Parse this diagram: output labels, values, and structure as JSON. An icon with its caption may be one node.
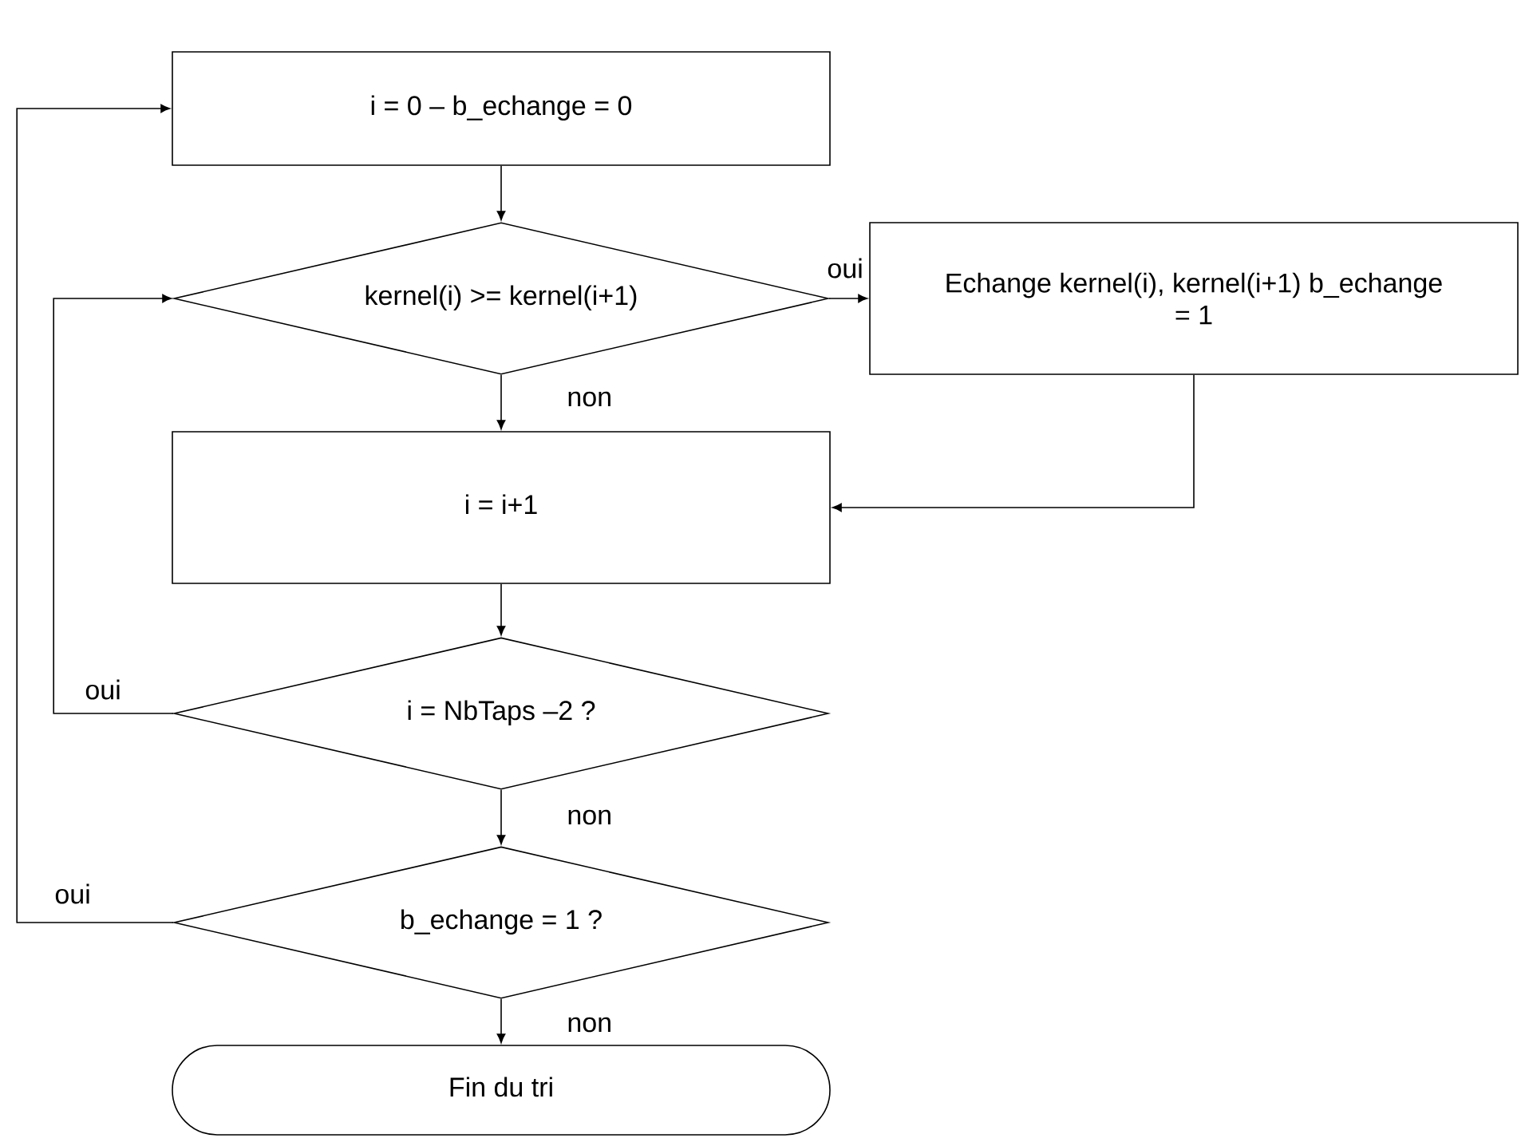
{
  "diagram": {
    "nodes": [
      {
        "text": [
          "i = 0 – b_echange = 0"
        ]
      },
      {
        "text": [
          "kernel(i) >= kernel(i+1)"
        ]
      },
      {
        "text": [
          "Echange kernel(i), kernel(i+1) b_echange = 1"
        ]
      },
      {
        "text": [
          "i = i+1"
        ]
      },
      {
        "text": [
          "i = NbTaps –2 ?"
        ]
      },
      {
        "text": [
          "b_echange = 1 ?"
        ]
      },
      {
        "text": [
          "Fin du tri"
        ]
      }
    ],
    "edges": [
      {
        "from": 0,
        "to": 1,
        "arrow": "to"
      },
      {
        "from": 1,
        "to": 2,
        "arrow": "to",
        "label": "oui"
      },
      {
        "from": 1,
        "to": 3,
        "arrow": "to",
        "label": "non"
      },
      {
        "from": 2,
        "to": 3,
        "arrow": "to"
      },
      {
        "from": 3,
        "to": 4,
        "arrow": "to"
      },
      {
        "from": 4,
        "to": 1,
        "arrow": "to",
        "label": "oui"
      },
      {
        "from": 4,
        "to": 5,
        "arrow": "to",
        "label": "non"
      },
      {
        "from": 5,
        "to": 0,
        "arrow": "to",
        "label": "oui"
      },
      {
        "from": 5,
        "to": 6,
        "arrow": "to",
        "label": "non"
      }
    ]
  }
}
